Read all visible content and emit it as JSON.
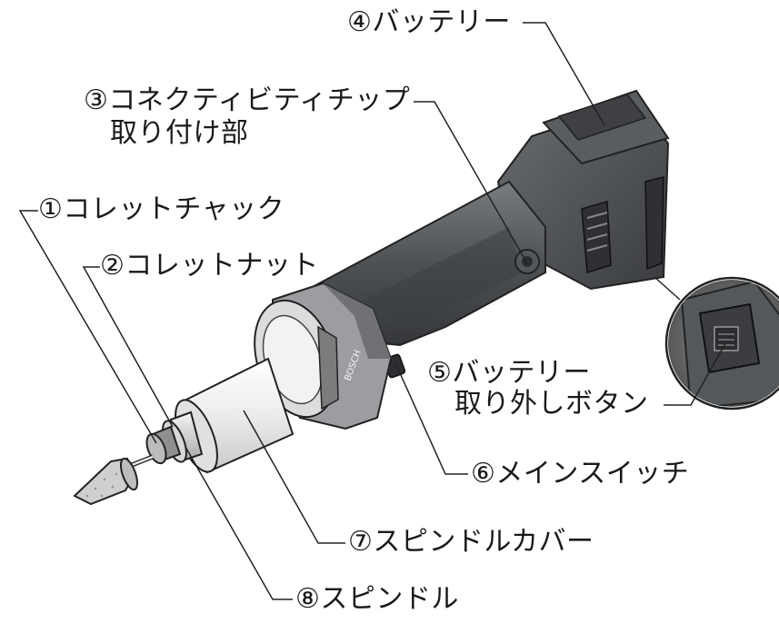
{
  "labels": {
    "collet_chuck": {
      "num": "①",
      "text": "コレットチャック"
    },
    "collet_nut": {
      "num": "②",
      "text": "コレットナット"
    },
    "connectivity_line1": {
      "num": "③",
      "text": "コネクティビティチップ"
    },
    "connectivity_line2": {
      "text": "取り付け部"
    },
    "battery": {
      "num": "④",
      "text": "バッテリー"
    },
    "battery_release_line1": {
      "num": "⑤",
      "text": "バッテリー"
    },
    "battery_release_line2": {
      "text": "取り外しボタン"
    },
    "main_switch": {
      "num": "⑥",
      "text": "メインスイッチ"
    },
    "spindle_cover": {
      "num": "⑦",
      "text": "スピンドルカバー"
    },
    "spindle": {
      "num": "⑧",
      "text": "スピンドル"
    }
  },
  "colors": {
    "ink": "#1a1a1a",
    "body_dark": "#4a4d50",
    "body_mid": "#6b6e71",
    "body_light": "#9a9c9e",
    "sleeve": "#e9e9e9",
    "stone": "#cfcfcf"
  }
}
